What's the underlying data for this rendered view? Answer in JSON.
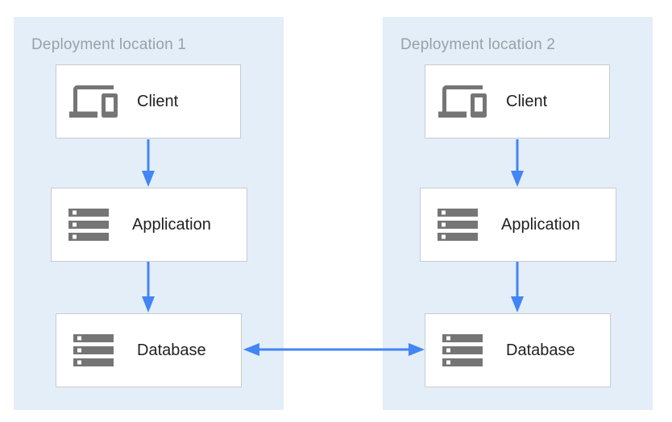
{
  "locations": [
    {
      "title": "Deployment location 1",
      "nodes": [
        {
          "label": "Client",
          "icon": "devices-icon"
        },
        {
          "label": "Application",
          "icon": "storage-icon"
        },
        {
          "label": "Database",
          "icon": "storage-icon"
        }
      ]
    },
    {
      "title": "Deployment location 2",
      "nodes": [
        {
          "label": "Client",
          "icon": "devices-icon"
        },
        {
          "label": "Application",
          "icon": "storage-icon"
        },
        {
          "label": "Database",
          "icon": "storage-icon"
        }
      ]
    }
  ],
  "connections": [
    {
      "from": "Client (location 1)",
      "to": "Application (location 1)",
      "direction": "down"
    },
    {
      "from": "Application (location 1)",
      "to": "Database (location 1)",
      "direction": "down"
    },
    {
      "from": "Client (location 2)",
      "to": "Application (location 2)",
      "direction": "down"
    },
    {
      "from": "Application (location 2)",
      "to": "Database (location 2)",
      "direction": "down"
    },
    {
      "from": "Database (location 1)",
      "to": "Database (location 2)",
      "direction": "bidirectional"
    }
  ],
  "colors": {
    "zone_bg": "#e4eef9",
    "zone_title": "#9aa0a6",
    "box_bg": "#ffffff",
    "box_border": "#c8cbcf",
    "box_text": "#212121",
    "icon": "#757575",
    "arrow": "#4285f4"
  }
}
